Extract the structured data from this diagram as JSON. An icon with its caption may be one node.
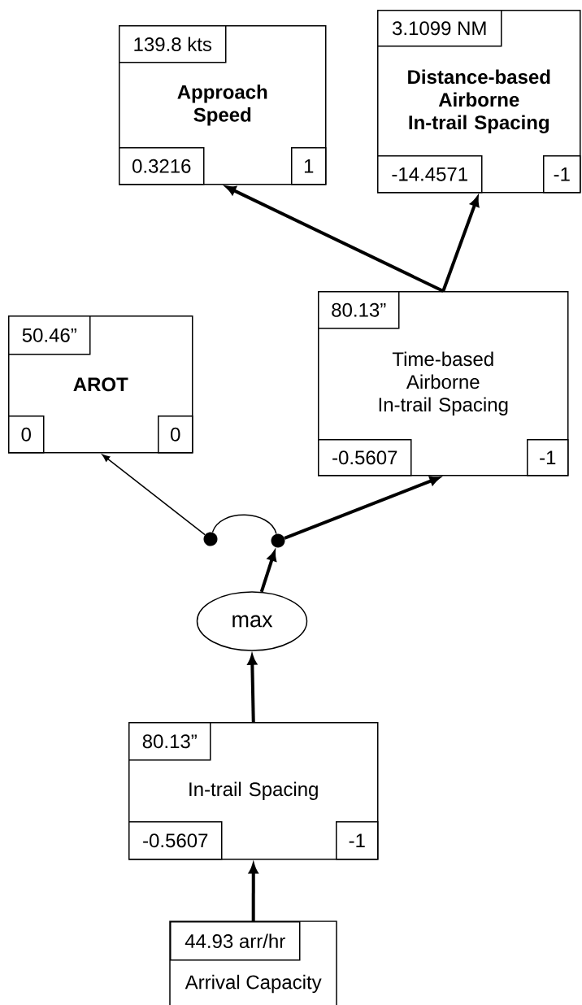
{
  "diagram": {
    "nodes": [
      {
        "text": [
          "Approach Speed"
        ]
      },
      {
        "text": [
          "139.8 kts"
        ],
        "in": 0
      },
      {
        "text": [
          "0.3216"
        ],
        "in": 0
      },
      {
        "text": [
          "1"
        ],
        "in": 0
      },
      {
        "text": [
          "Distance-based Airborne In-trail Spacing"
        ]
      },
      {
        "text": [
          "3.1099 NM"
        ],
        "in": 4
      },
      {
        "text": [
          "-14.4571"
        ],
        "in": 4
      },
      {
        "text": [
          "-1"
        ],
        "in": 4
      },
      {
        "text": [
          "AROT"
        ]
      },
      {
        "text": [
          "50.46”"
        ],
        "in": 8
      },
      {
        "text": [
          "0"
        ],
        "in": 8
      },
      {
        "text": [
          "0"
        ],
        "in": 8
      },
      {
        "text": [
          "Time-based Airborne In-trail Spacing"
        ]
      },
      {
        "text": [
          "80.13”"
        ],
        "in": 12
      },
      {
        "text": [
          "-0.5607"
        ],
        "in": 12
      },
      {
        "text": [
          "-1"
        ],
        "in": 12
      },
      {
        "text": [],
        "shape": "circle"
      },
      {
        "text": [],
        "shape": "circle"
      },
      {
        "text": [
          "max"
        ]
      },
      {
        "text": [
          "In-trail Spacing"
        ]
      },
      {
        "text": [
          "80.13”"
        ],
        "in": 19
      },
      {
        "text": [
          "-0.5607"
        ],
        "in": 19
      },
      {
        "text": [
          "-1"
        ],
        "in": 19
      },
      {
        "text": [
          "Arrival Capacity"
        ]
      },
      {
        "text": [
          "44.93 arr/hr"
        ],
        "in": 23
      }
    ],
    "edges": [
      {
        "from": 23,
        "to": 19,
        "arrow": "to"
      },
      {
        "from": 19,
        "to": 18,
        "arrow": "to"
      },
      {
        "from": 18,
        "to": 17,
        "arrow": "to"
      },
      {
        "from": 17,
        "to": 12,
        "arrow": "to"
      },
      {
        "from": 16,
        "to": 8,
        "arrow": "to"
      },
      {
        "from": 16,
        "to": 17,
        "arrow": "none"
      },
      {
        "from": 12,
        "to": 0,
        "arrow": "to"
      },
      {
        "from": 12,
        "to": 4,
        "arrow": "to"
      }
    ]
  }
}
